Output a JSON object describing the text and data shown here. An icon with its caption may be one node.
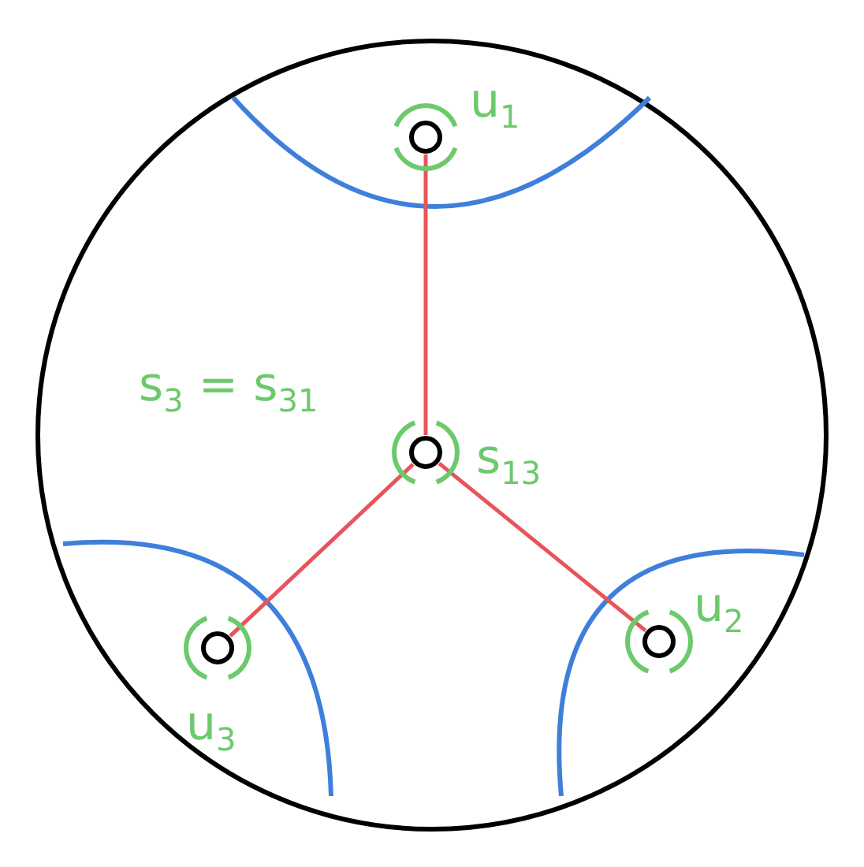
{
  "diagram": {
    "nodes": [
      {
        "text": [],
        "shape": "circle",
        "beside": [
          "u$_{1}$"
        ]
      },
      {
        "text": [],
        "shape": "circle",
        "beside": [
          "s$_{13}$"
        ]
      },
      {
        "text": [],
        "shape": "circle",
        "beside": [
          "u$_{2}$"
        ]
      },
      {
        "text": [],
        "shape": "circle",
        "beside": [
          "u$_{3}$"
        ]
      }
    ],
    "edges": [
      {
        "from": 1,
        "to": 0,
        "arrow": "none"
      },
      {
        "from": 1,
        "to": 2,
        "arrow": "none"
      },
      {
        "from": 1,
        "to": 3,
        "arrow": "none"
      }
    ],
    "labels": [
      "s$_{3}$ = s$_{31}$"
    ]
  }
}
